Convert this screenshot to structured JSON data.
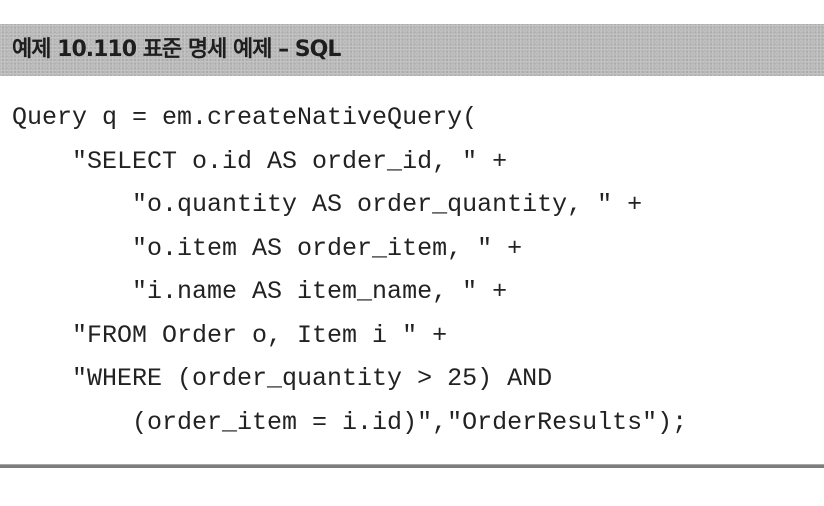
{
  "example": {
    "title": "예제 10.110 표준 명세 예제 – SQL"
  },
  "code": {
    "lines": [
      "Query q = em.createNativeQuery(",
      "    \"SELECT o.id AS order_id, \" +",
      "        \"o.quantity AS order_quantity, \" +",
      "        \"o.item AS order_item, \" +",
      "        \"i.name AS item_name, \" +",
      "    \"FROM Order o, Item i \" +",
      "    \"WHERE (order_quantity > 25) AND",
      "        (order_item = i.id)\",\"OrderResults\");"
    ]
  },
  "colors": {
    "header_background": "#b9b9b9",
    "text": "#222222",
    "rule": "#7d7d7d"
  }
}
